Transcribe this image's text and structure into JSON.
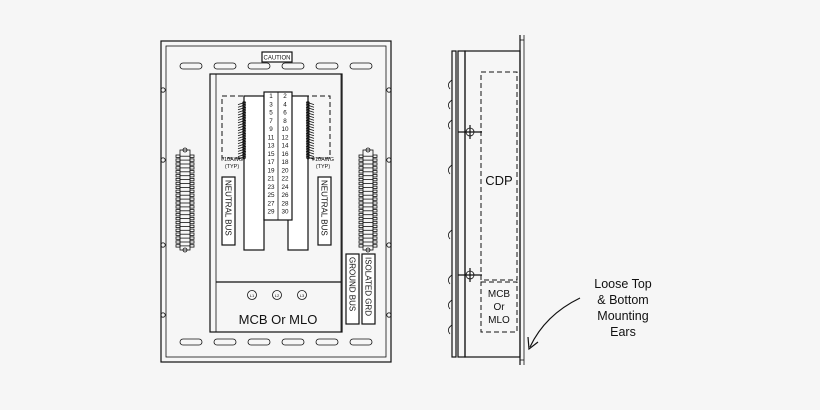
{
  "front_view": {
    "caution_label": "CAUTION",
    "wire_label_left": "#10AWG",
    "wire_label_left_typ": "(TYP)",
    "wire_label_right": "#10AWG",
    "wire_label_right_typ": "(TYP)",
    "neutral_bus_left": "NEUTRAL BUS",
    "neutral_bus_right": "NEUTRAL BUS",
    "ground_bus": "GROUND BUS",
    "isolated_grd": "ISOLATED GRD",
    "main_section": "MCB Or MLO",
    "lugs": [
      "L1",
      "L2",
      "L3"
    ],
    "circuits_odd": [
      "1",
      "3",
      "5",
      "7",
      "9",
      "11",
      "13",
      "15",
      "17",
      "19",
      "21",
      "23",
      "25",
      "27",
      "29"
    ],
    "circuits_even": [
      "2",
      "4",
      "6",
      "8",
      "10",
      "12",
      "14",
      "16",
      "18",
      "20",
      "22",
      "24",
      "26",
      "28",
      "30"
    ]
  },
  "side_view": {
    "cdp_label": "CDP",
    "mcb_label_lines": [
      "MCB",
      "Or",
      "MLO"
    ]
  },
  "callout": {
    "lines": [
      "Loose Top",
      "& Bottom",
      "Mounting",
      "Ears"
    ]
  },
  "colors": {
    "line": "#111111",
    "background": "#f6f6f6"
  }
}
